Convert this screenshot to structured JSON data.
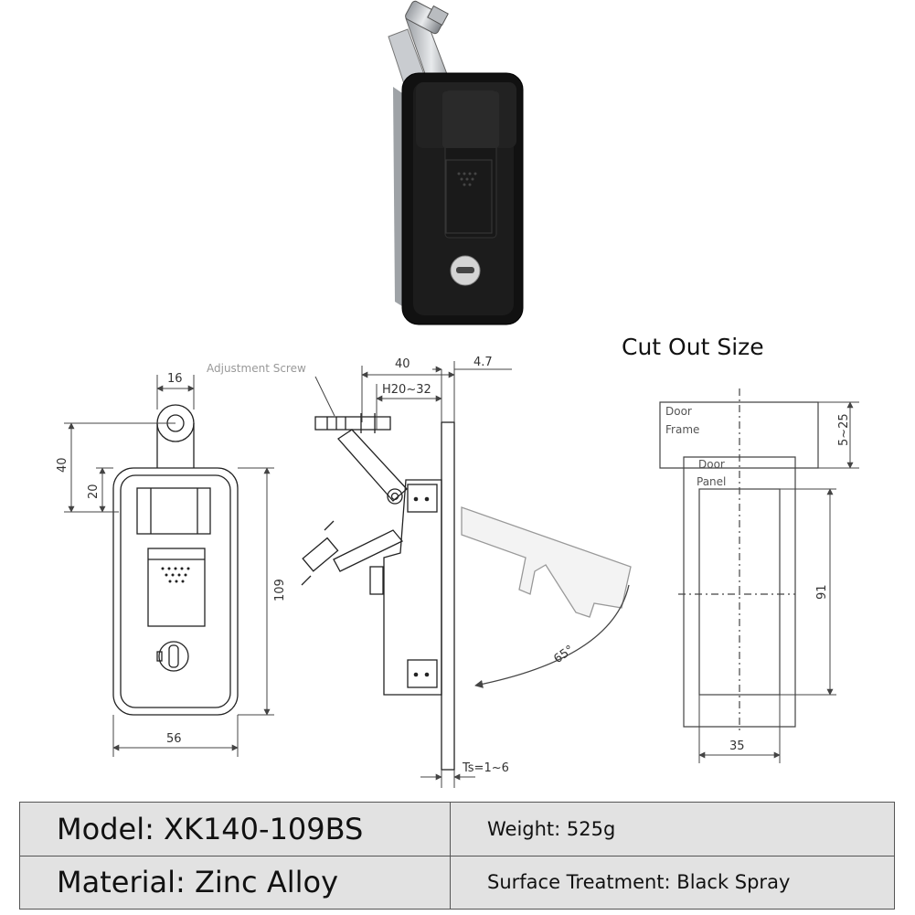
{
  "photo": {
    "alt": "black zinc alloy compression latch with keyhole"
  },
  "front_view": {
    "dims": {
      "top_width": "16",
      "left_upper": "40",
      "left_lower": "20",
      "height": "109",
      "width": "56"
    }
  },
  "side_view": {
    "labels": {
      "adjustment_screw": "Adjustment Screw",
      "depth": "40",
      "thickness": "4.7",
      "h_range": "H20~32",
      "angle": "65°",
      "ts_range": "Ts=1~6"
    }
  },
  "cutout": {
    "title": "Cut Out Size",
    "labels": {
      "door_frame_1": "Door",
      "door_frame_2": "Frame",
      "door_panel_1": "Door",
      "door_panel_2": "Panel",
      "gap": "5~25",
      "height": "91",
      "width": "35"
    }
  },
  "specs": {
    "model": "Model: XK140-109BS",
    "weight": "Weight: 525g",
    "material": "Material: Zinc Alloy",
    "surface": "Surface Treatment: Black Spray"
  }
}
